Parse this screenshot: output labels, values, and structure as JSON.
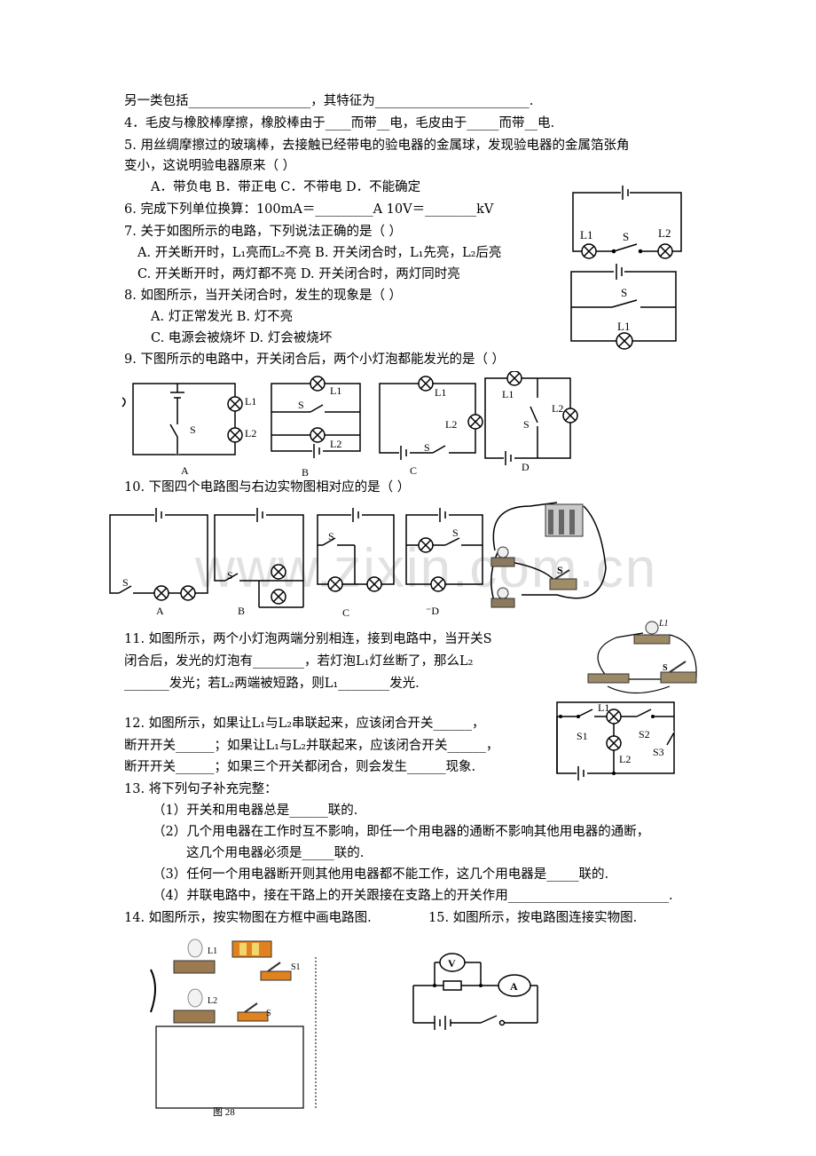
{
  "lines": {
    "l1": "另一类包括___________________，其特征为________________________.",
    "q4": "4．毛皮与橡胶棒摩擦，橡胶棒由于____而带__电，毛皮由于_____而带__电.",
    "q5a": "5. 用丝绸摩擦过的玻璃棒，去接触已经带电的验电器的金属球，发现验电器的金属箔张角",
    "q5b": "变小，这说明验电器原来（     ）",
    "q5opts": "A．带负电      B．带正电      C．不带电      D．不能确定",
    "q6": "6. 完成下列单位换算：100mA＝_________A      10V＝________kV",
    "q7": "7. 关于如图所示的电路，下列说法正确的是（     ）",
    "q7ab": "A. 开关断开时，L₁亮而L₂不亮   B. 开关闭合时，L₁先亮，L₂后亮",
    "q7cd": "C. 开关断开时，两灯都不亮       D. 开关闭合时，两灯同时亮",
    "q8": "8. 如图所示，当开关闭合时，发生的现象是（     ）",
    "q8ab": "A. 灯正常发光            B. 灯不亮",
    "q8cd": "C. 电源会被烧坏         D. 灯会被烧坏",
    "q9": "9. 下图所示的电路中，开关闭合后，两个小灯泡都能发光的是（     ）",
    "q10": "10. 下图四个电路图与右边实物图相对应的是（     ）",
    "q11a": "11. 如图所示，两个小灯泡两端分别相连，接到电路中，当开关S",
    "q11b": "闭合后，发光的灯泡有________，若灯泡L₁灯丝断了，那么L₂",
    "q11c": "_______发光；若L₂两端被短路，则L₁________发光.",
    "q12a": "12. 如图所示，如果让L₁与L₂串联起来，应该闭合开关______，",
    "q12b": "断开开关______；如果让L₁与L₂并联起来，应该闭合开关______，",
    "q12c": "断开开关______；如果三个开关都闭合，则会发生______现象.",
    "q13": "13. 将下列句子补充完整：",
    "q13_1": "（1）开关和用电器总是______联的.",
    "q13_2a": "（2）几个用电器在工作时互不影响，即任一个用电器的通断不影响其他用电器的通断，",
    "q13_2b": "这几个用电器必须是_____联的.",
    "q13_3": "（3）任何一个用电器断开则其他用电器都不能工作，这几个用电器是_____联的.",
    "q13_4": "（4）并联电路中，接在干路上的开关跟接在支路上的开关作用_________________________.",
    "q14": "14. 如图所示，按实物图在方框中画电路图.",
    "q15": "15. 如图所示，按电路图连接实物图."
  },
  "labels": {
    "L1": "L1",
    "L2": "L2",
    "S": "S",
    "S1": "S1",
    "S2": "S2",
    "S3": "S3",
    "A": "A",
    "B": "B",
    "C": "C",
    "D": "D",
    "Dm": "⁻D",
    "V": "V",
    "Am": "A",
    "fig": "图 28"
  },
  "watermark": "www.zixin.com.cn"
}
